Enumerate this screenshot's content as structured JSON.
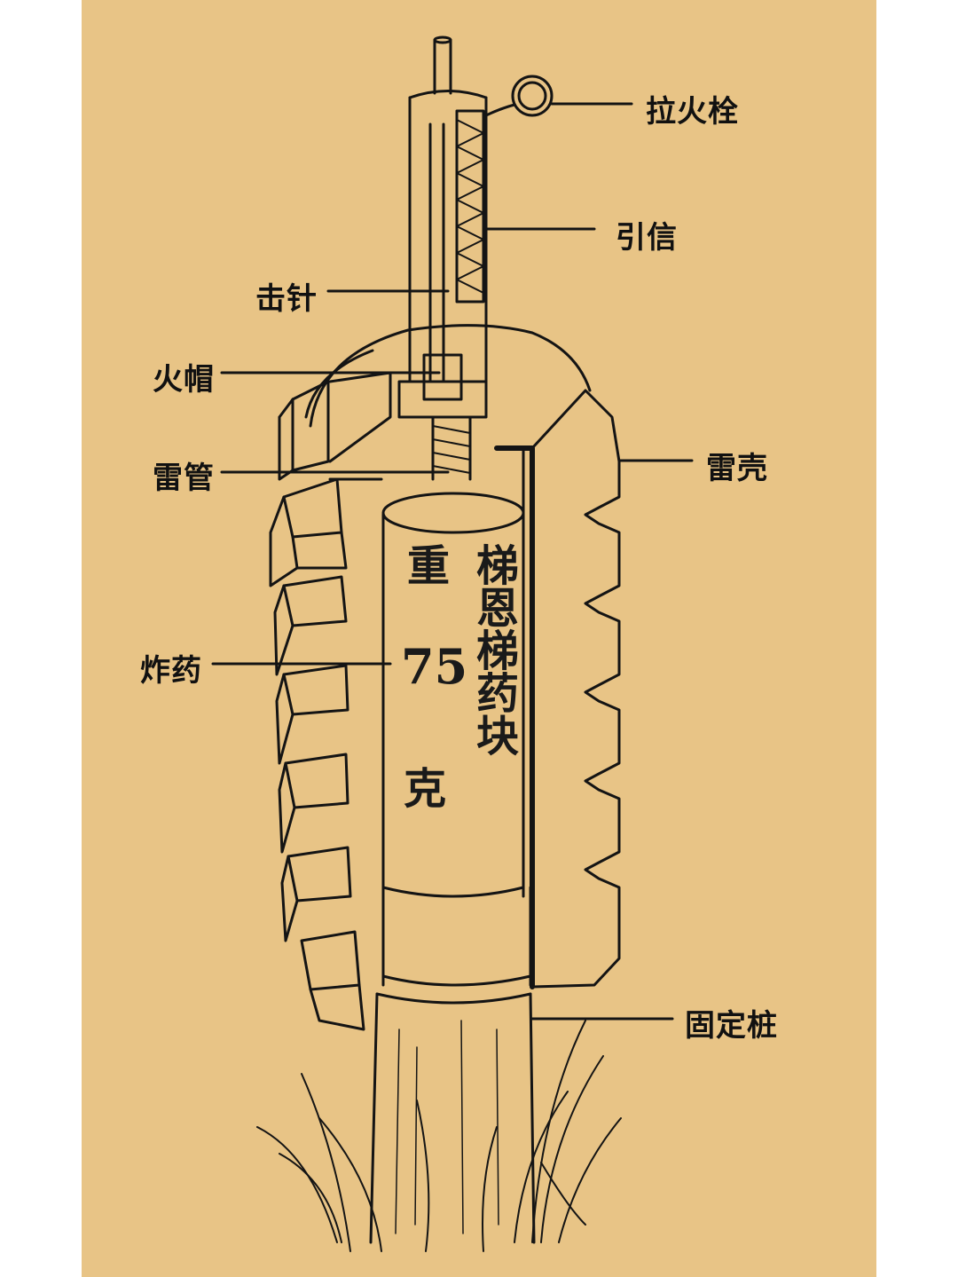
{
  "diagram": {
    "background": "#e8c486",
    "ink": "#141414",
    "labels": {
      "pull_ring": "拉火栓",
      "fuse": "引信",
      "firing_pin": "击针",
      "primer_cap": "火帽",
      "detonator": "雷管",
      "explosive": "炸药",
      "shell": "雷壳",
      "stake": "固定桩"
    },
    "charge_text": {
      "line1": "梯恩梯药块",
      "line2": "重",
      "line3": "75",
      "line4": "克"
    }
  }
}
